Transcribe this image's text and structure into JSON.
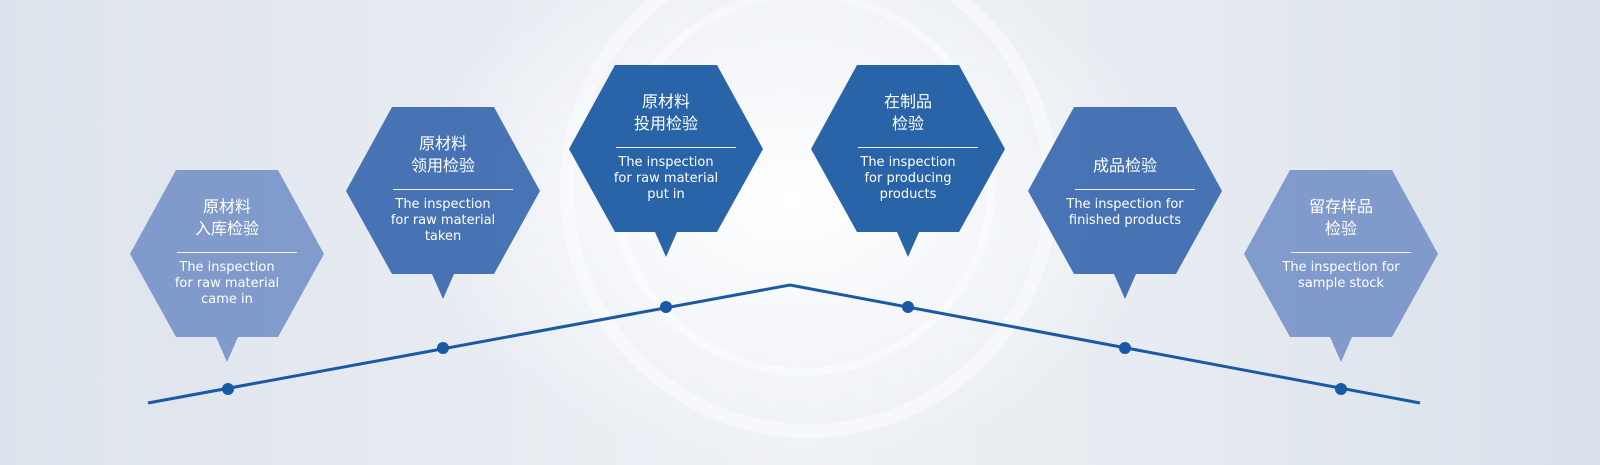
{
  "colors": {
    "light": "#7290c6",
    "mid": "#3e6bb0",
    "dark": "#1d5ba3",
    "line": "#1a59a6"
  },
  "steps": [
    {
      "cn1": "原材料",
      "cn2": "入库检验",
      "en1": "The inspection",
      "en2": "for raw material",
      "en3": "came in"
    },
    {
      "cn1": "原材料",
      "cn2": "领用检验",
      "en1": "The inspection",
      "en2": "for raw material",
      "en3": "taken"
    },
    {
      "cn1": "原材料",
      "cn2": "投用检验",
      "en1": "The inspection",
      "en2": "for raw material",
      "en3": "put in"
    },
    {
      "cn1": "在制品",
      "cn2": "检验",
      "en1": "The inspection",
      "en2": "for producing",
      "en3": "products"
    },
    {
      "cn1": "成品检验",
      "cn2": "",
      "en1": "The inspection for",
      "en2": "finished products",
      "en3": ""
    },
    {
      "cn1": "留存样品",
      "cn2": "检验",
      "en1": "The inspection for",
      "en2": "sample stock",
      "en3": ""
    }
  ]
}
